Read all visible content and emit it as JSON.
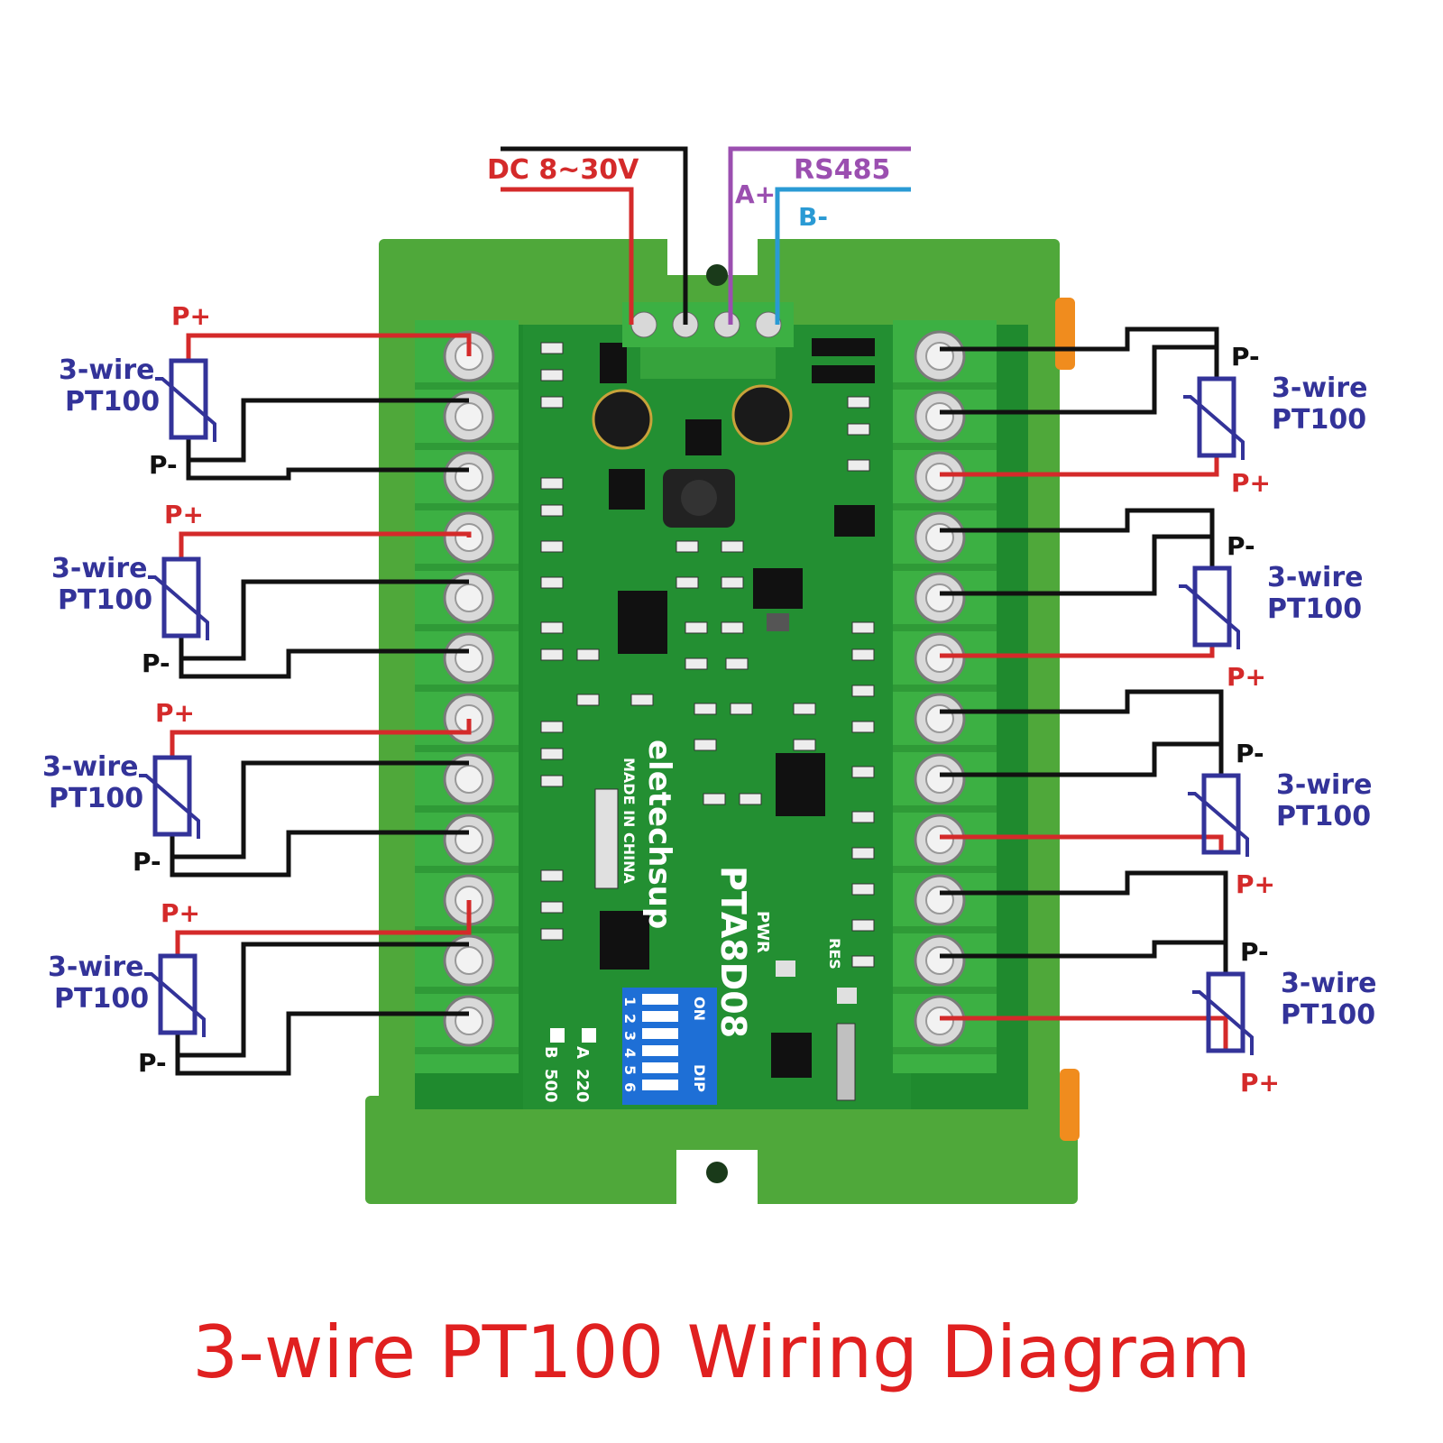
{
  "caption": "3-wire PT100 Wiring Diagram",
  "power": {
    "label": "DC 8~30V"
  },
  "rs485": {
    "label": "RS485",
    "a_label": "A+",
    "b_label": "B-"
  },
  "board": {
    "brand": "eletechsup",
    "origin": "MADE IN CHINA",
    "model": "PTA8D08",
    "pwr": "PWR",
    "res": "RES",
    "dip": {
      "on": "ON",
      "dip_text": "DIP",
      "numbers": [
        "1",
        "2",
        "3",
        "4",
        "5",
        "6"
      ],
      "a_text": "A",
      "b_text": "B",
      "val_220": "220",
      "val_500": "500"
    }
  },
  "sensors": {
    "left": [
      {
        "line1": "3-wire",
        "line2": "PT100",
        "p_plus": "P+",
        "p_minus": "P-"
      },
      {
        "line1": "3-wire",
        "line2": "PT100",
        "p_plus": "P+",
        "p_minus": "P-"
      },
      {
        "line1": "3-wire",
        "line2": "PT100",
        "p_plus": "P+",
        "p_minus": "P-"
      },
      {
        "line1": "3-wire",
        "line2": "PT100",
        "p_plus": "P+",
        "p_minus": "P-"
      }
    ],
    "right": [
      {
        "line1": "3-wire",
        "line2": "PT100",
        "p_plus": "P+",
        "p_minus": "P-"
      },
      {
        "line1": "3-wire",
        "line2": "PT100",
        "p_plus": "P+",
        "p_minus": "P-"
      },
      {
        "line1": "3-wire",
        "line2": "PT100",
        "p_plus": "P+",
        "p_minus": "P-"
      },
      {
        "line1": "3-wire",
        "line2": "PT100",
        "p_plus": "P+",
        "p_minus": "P-"
      }
    ]
  },
  "colors": {
    "wire_red": "#d42a2a",
    "wire_black": "#111111",
    "wire_purple": "#9b4fb0",
    "wire_blue": "#2a9ad4",
    "label_blue": "#333399",
    "pcb_green": "#1f8a2e",
    "enclosure_green": "#4fa83a",
    "terminal_green": "#3cb043"
  }
}
